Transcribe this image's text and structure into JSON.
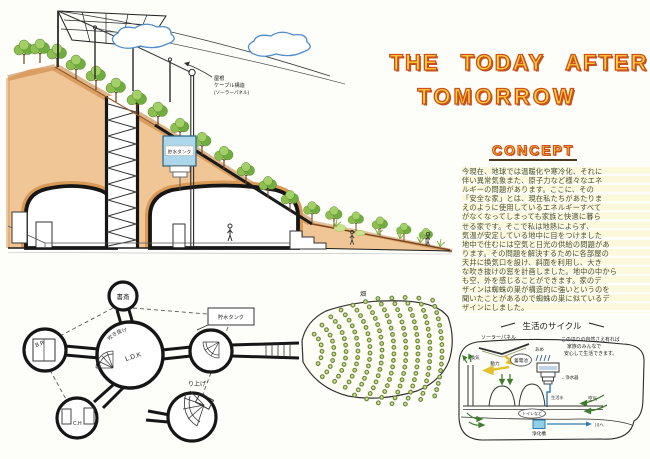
{
  "title": {
    "line1": "THE TODAY AFTER",
    "line2": "TOMORROW"
  },
  "concept": {
    "heading": "CONCEPT",
    "body": "今現在、地球では温暖化や寒冷化、それに\n伴い異常気象また、原子力など様々なエネ\nルギーの問題があります。ここに、その\n「安全な家」とは、現在私たちがあたりま\nえのように使用しているエネルギーすべて\nがなくなってしまっても家族と快適に暮ら\nせる家です。そこで私は地熱によらず、\n気温が安定している地中に目をつけました\n地中で住むには空気と日光の供給の問題があ\nります。その問題を解決するために各部屋の\n天井に換気口を設け、斜面を利用し、大き\nな吹き抜けの窓を計画しました。地中の中から\nも空、外を感じることができます。家のデ\nザインは蜘蛛の巣が構造的に強いというのを\n聞いたことがあるので蜘蛛の巣に似ているデ\nザインにしました。"
  },
  "section": {
    "roof_label_1": "屋根",
    "roof_label_2": "ケーブル構造",
    "roof_label_3": "(ソーラーパネル)",
    "tank_label": "貯水タンク"
  },
  "plan": {
    "room_top": "書斎",
    "room_left": "B.R",
    "room_center": "L.D.K",
    "room_center_top": "吹き抜け",
    "room_bottom": "C.H",
    "tank_label": "貯水タンク",
    "stair_label": "り上げ",
    "field_label": "畑"
  },
  "cycle": {
    "title": "生活のサイクル",
    "solar": "ソーラーパネル",
    "battery": "蓄電池",
    "power": "動力",
    "vent": "換気",
    "note1": "この辺りの自然さえ有れば",
    "note2": "家族のみんなで",
    "note3": "安心して生活できます。",
    "rain": "あめ",
    "purifier": "←浄水器",
    "water": "生活水",
    "toilet": "トイレなど",
    "air": "空気",
    "septic": "浄化槽",
    "river": "川へ"
  },
  "colors": {
    "title_fill": "#ffd23e",
    "title_outline": "#cf4f17",
    "earth": "#f1c697",
    "earth_dark": "#c9853f",
    "tree_green": "#6fae3e",
    "water_blue": "#aed6ea",
    "arrow_yellow": "#e3bf2a",
    "ink": "#1a1a1a"
  }
}
